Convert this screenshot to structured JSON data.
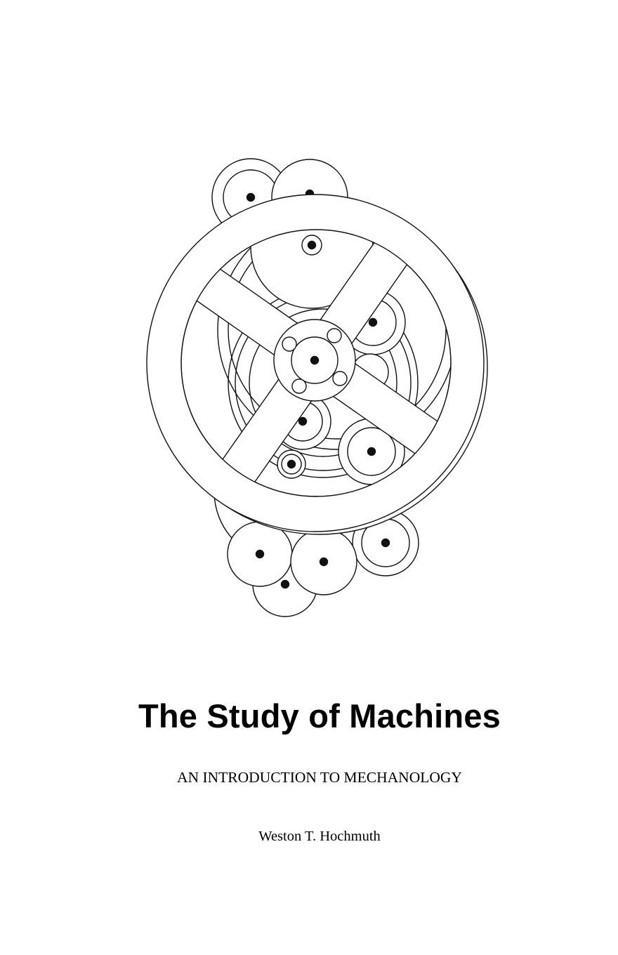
{
  "cover": {
    "title": "The Study of Machines",
    "subtitle": "AN INTRODUCTION TO MECHANOLOGY",
    "author": "Weston T. Hochmuth"
  },
  "colors": {
    "ink": "#000000",
    "paper": "#ffffff"
  },
  "illustration": {
    "icon": "gear-mechanism-icon"
  }
}
